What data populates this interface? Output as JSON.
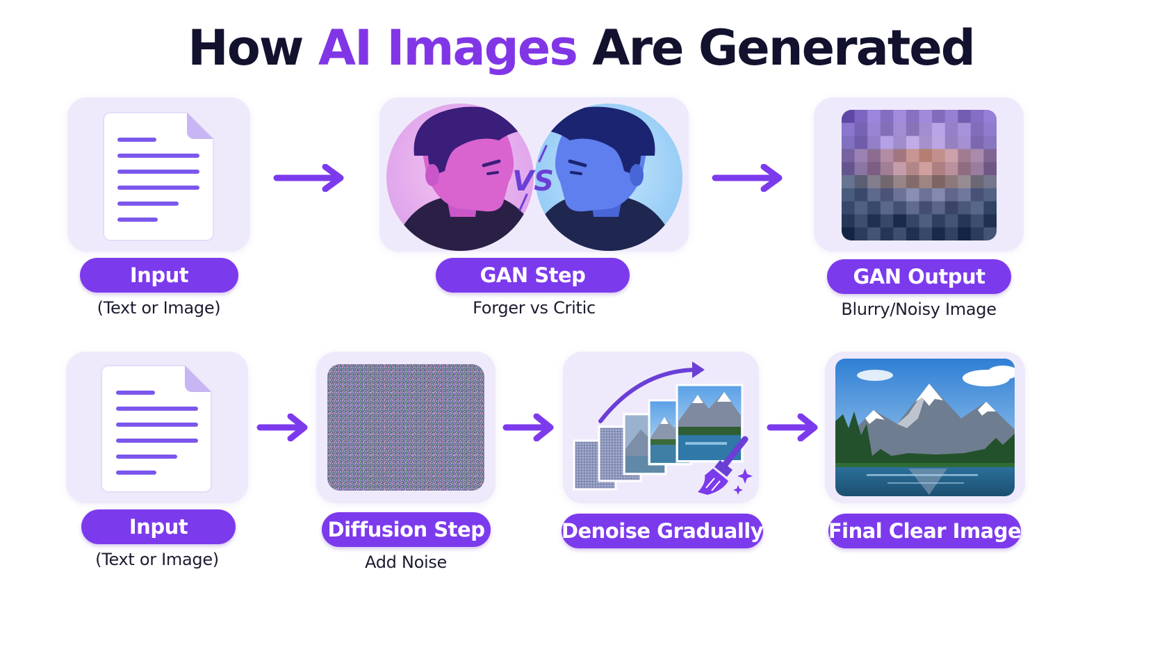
{
  "title": {
    "part1": "How ",
    "accent": "AI Images",
    "part2": " Are Generated"
  },
  "colors": {
    "accent": "#7c3aed",
    "title_dark": "#12122e",
    "card_bg": "#efeafb"
  },
  "rows": {
    "gan": [
      {
        "label": "Input",
        "sub": "(Text or Image)",
        "icon": "document-icon"
      },
      {
        "label": "GAN Step",
        "sub": "Forger vs Critic",
        "icon": "faces-vs-icon",
        "vs_text": "VS"
      },
      {
        "label": "GAN Output",
        "sub": "Blurry/Noisy Image",
        "icon": "blurry-image-icon"
      }
    ],
    "diffusion": [
      {
        "label": "Input",
        "sub": "(Text or Image)",
        "icon": "document-icon"
      },
      {
        "label": "Diffusion Step",
        "sub": "Add Noise",
        "icon": "noise-image-icon"
      },
      {
        "label": "Denoise Gradually",
        "sub": "",
        "icon": "denoise-stack-icon"
      },
      {
        "label": "Final Clear Image",
        "sub": "",
        "icon": "mountain-lake-icon"
      }
    ]
  }
}
